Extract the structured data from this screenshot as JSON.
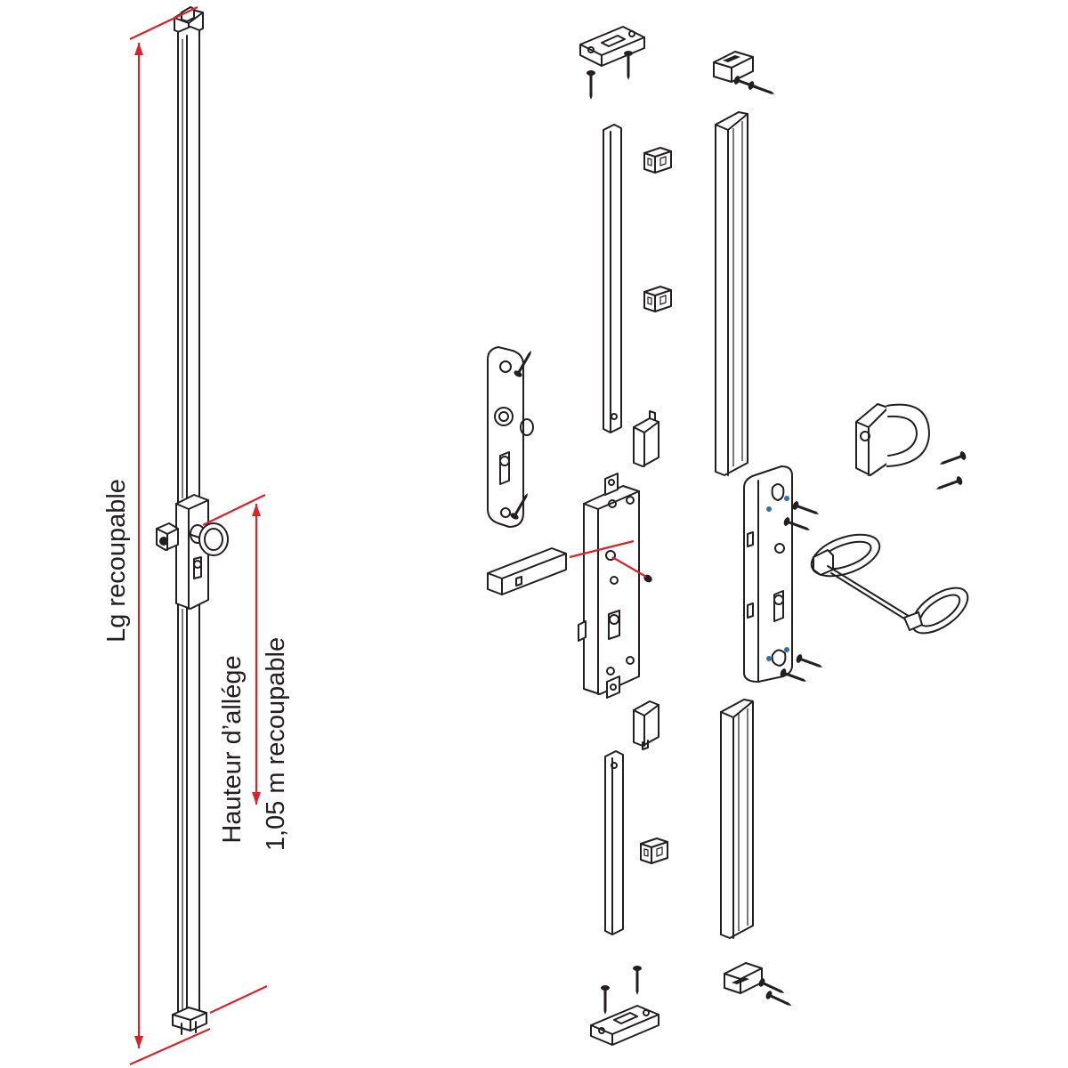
{
  "dimensions": {
    "overall_length_label": "Lg recoupable",
    "sill_height_label_line1": "Hauteur d’allége",
    "sill_height_label_line2": "1,05 m recoupable"
  },
  "colors": {
    "dimension_line": "#d8232a",
    "drawing_line": "#231f20",
    "screw_highlight": "#2f6fb3",
    "background": "#ffffff"
  }
}
